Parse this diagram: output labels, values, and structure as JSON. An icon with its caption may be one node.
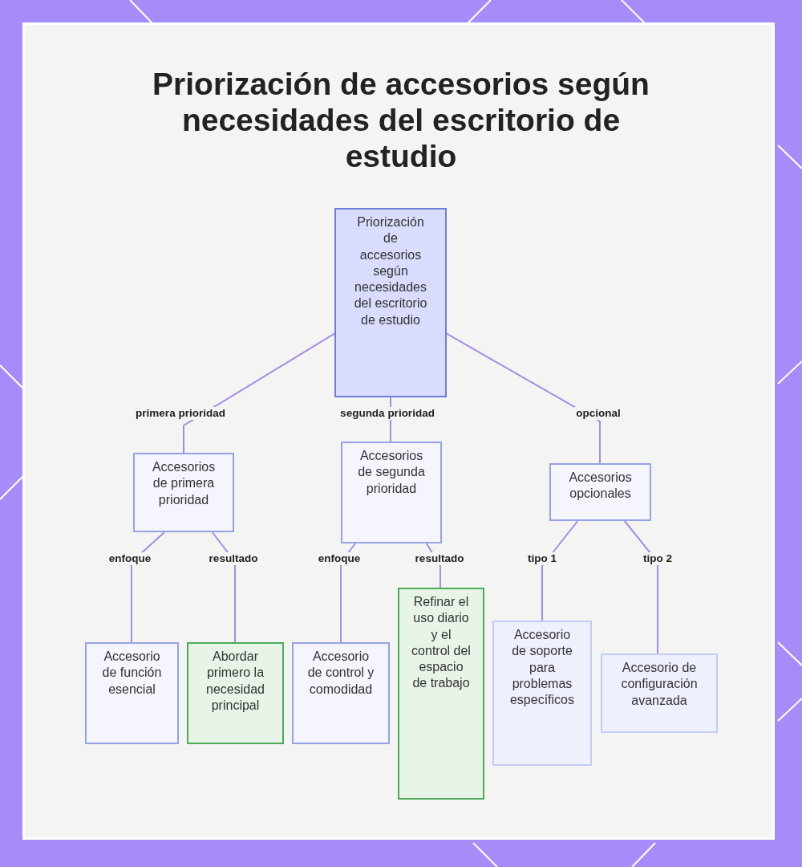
{
  "diagram": {
    "title": "Priorización de accesorios según necesidades del escritorio de estudio",
    "nodes": [
      {
        "text": [
          "Priorización de accesorios según necesidades del escritorio de estudio"
        ]
      },
      {
        "text": [
          "Accesorios de primera prioridad"
        ]
      },
      {
        "text": [
          "Accesorios de segunda prioridad"
        ]
      },
      {
        "text": [
          "Accesorios opcionales"
        ]
      },
      {
        "text": [
          "Accesorio de función esencial"
        ]
      },
      {
        "text": [
          "Abordar primero la necesidad principal"
        ]
      },
      {
        "text": [
          "Accesorio de control y comodidad"
        ]
      },
      {
        "text": [
          "Refinar el uso diario y el control del espacio de trabajo"
        ]
      },
      {
        "text": [
          "Accesorio de soporte para problemas específicos"
        ]
      },
      {
        "text": [
          "Accesorio de configuración avanzada"
        ]
      }
    ],
    "edges": [
      {
        "from": 0,
        "to": 1,
        "arrow": "none",
        "label": "primera prioridad"
      },
      {
        "from": 0,
        "to": 2,
        "arrow": "none",
        "label": "segunda prioridad"
      },
      {
        "from": 0,
        "to": 3,
        "arrow": "none",
        "label": "opcional"
      },
      {
        "from": 1,
        "to": 4,
        "arrow": "none",
        "label": "enfoque"
      },
      {
        "from": 1,
        "to": 5,
        "arrow": "none",
        "label": "resultado"
      },
      {
        "from": 2,
        "to": 6,
        "arrow": "none",
        "label": "enfoque"
      },
      {
        "from": 2,
        "to": 7,
        "arrow": "none",
        "label": "resultado"
      },
      {
        "from": 3,
        "to": 8,
        "arrow": "none",
        "label": "tipo 1"
      },
      {
        "from": 3,
        "to": 9,
        "arrow": "none",
        "label": "tipo 2"
      }
    ]
  }
}
